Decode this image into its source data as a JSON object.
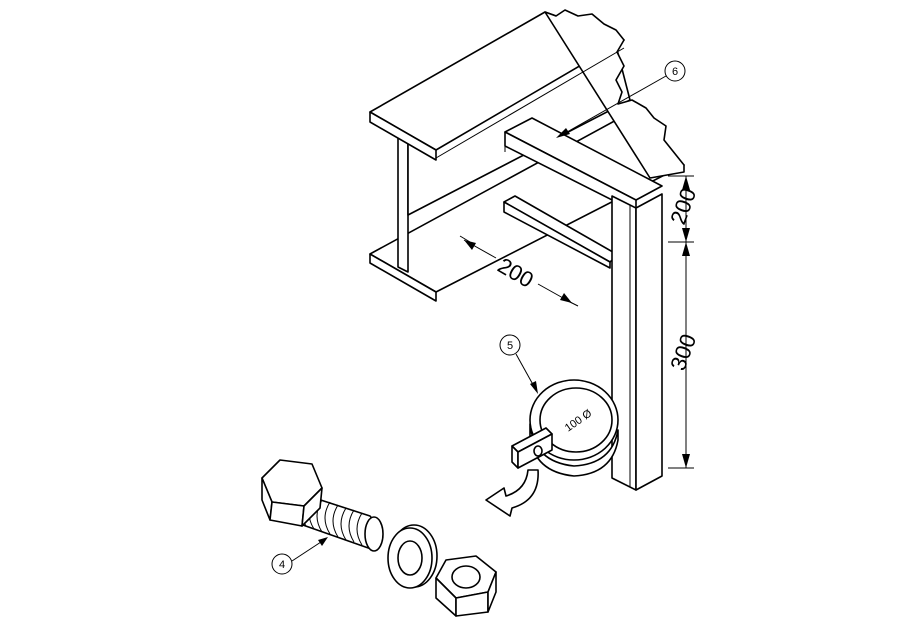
{
  "drawing": {
    "dimensions": {
      "upper_vertical": "200",
      "lower_vertical": "300",
      "horizontal": "200"
    },
    "pipe_label": "100 Ø",
    "callouts": {
      "bolt": "4",
      "clamp": "5",
      "bracket": "6"
    },
    "colors": {
      "line": "#000000",
      "background": "#ffffff"
    }
  }
}
